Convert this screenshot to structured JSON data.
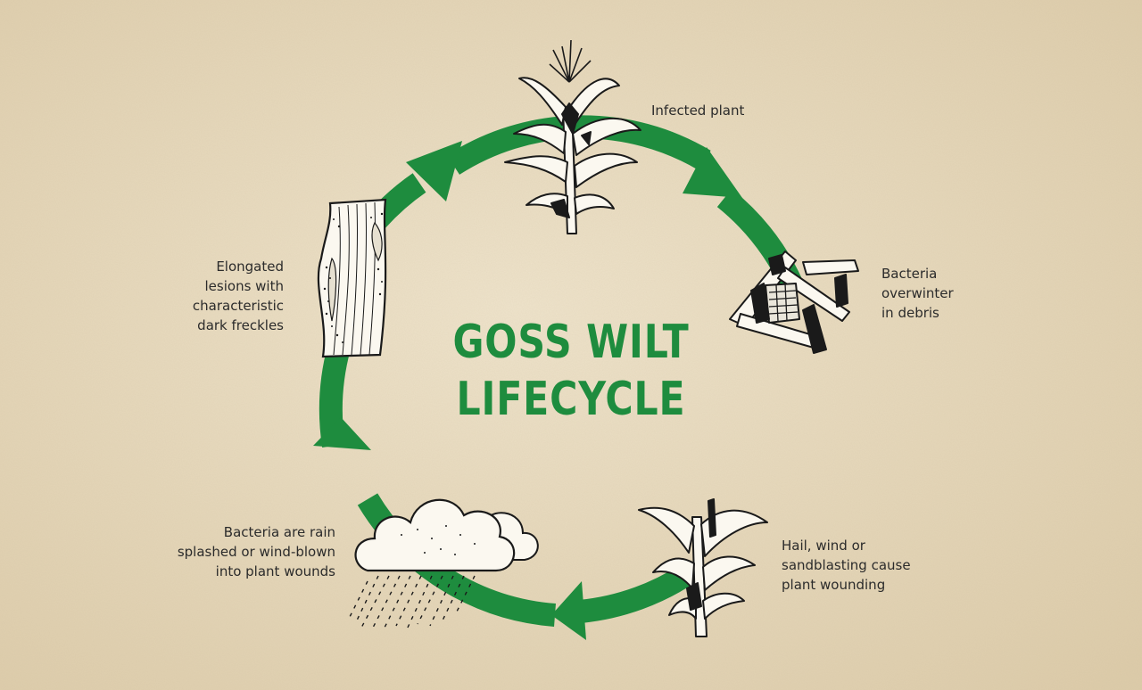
{
  "title": "GOSS WILT\nLIFECYCLE",
  "colors": {
    "background": "#e9dcc1",
    "arrow": "#1e8c3e",
    "title": "#1e8c3e",
    "text": "#2b2b2b",
    "ink": "#1a1a1a"
  },
  "stages": [
    {
      "label": "Infected plant",
      "icon": "infected-corn-plant-icon"
    },
    {
      "label": "Bacteria\noverwinter\nin debris",
      "icon": "corn-debris-icon"
    },
    {
      "label": "Hail, wind or\nsandblasting cause\nplant wounding",
      "icon": "wounded-corn-plant-icon"
    },
    {
      "label": "Bacteria are rain\nsplashed or wind-blown\ninto plant wounds",
      "icon": "rain-cloud-icon"
    },
    {
      "label": "Elongated\nlesions with\ncharacteristic\ndark freckles",
      "icon": "lesioned-leaf-icon"
    }
  ]
}
